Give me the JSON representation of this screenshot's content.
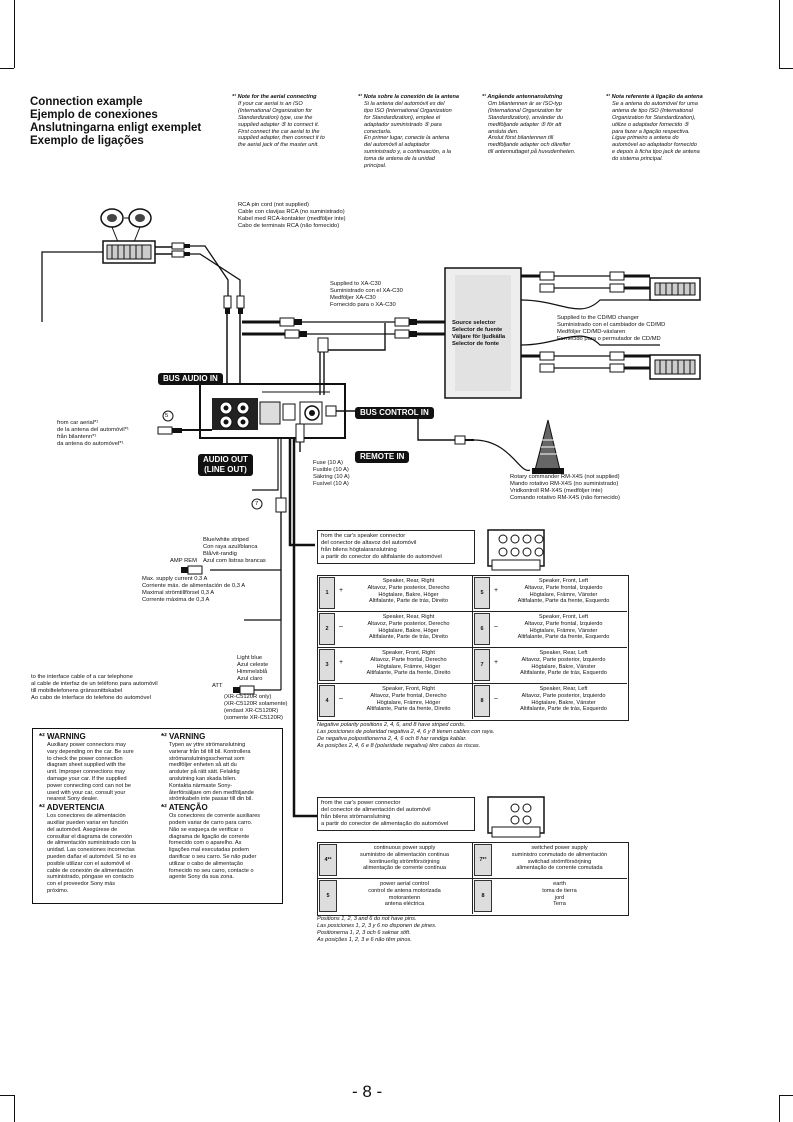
{
  "heading": [
    "Connection example",
    "Ejemplo de conexiones",
    "Anslutningarna enligt exemplet",
    "Exemplo de ligações"
  ],
  "notes": [
    {
      "title": "*¹ Note for the aerial connecting",
      "body": [
        "If your car aerial is an ISO",
        "(International Organization for",
        "Standardization) type, use the",
        "supplied adapter ⑤ to connect it.",
        "First connect the car aerial to the",
        "supplied adapter, then connect it to",
        "the aerial jack of the master unit."
      ]
    },
    {
      "title": "*¹ Nota sobre la conexión de la antena",
      "body": [
        "Si la antena del automóvil es del",
        "tipo ISO (International Organization",
        "for Standardization), emplee el",
        "adaptador suministrado ⑤ para",
        "conectarla.",
        "En primer lugar, conecte la antena",
        "del automóvil al adaptador",
        "suministrado y, a continuación, a la",
        "toma de antena de la unidad",
        "principal."
      ]
    },
    {
      "title": "*¹ Angående antennanslutning",
      "body": [
        "Om bilantennen är av ISO-typ",
        "(International Organization for",
        "Standardization), använder du",
        "medföljande adapter ⑤ för att",
        "ansluta den.",
        "Anslut först bilantennen till",
        "medföljande adapter och därefter",
        "till antennuttaget på huvudenheten."
      ]
    },
    {
      "title": "*¹ Nota referente à ligação da antena",
      "body": [
        "Se a antena do automóvel for uma",
        "antena de tipo ISO (International",
        "Organization for Standardization),",
        "utilize o adaptador fornecido ⑤",
        "para fazer a ligação respectiva.",
        "Ligue primeiro a antena do",
        "automóvel ao adaptador fornecido",
        "e depois à ficha tipo jack de antena",
        "do sistema principal."
      ]
    }
  ],
  "labels": {
    "rca": [
      "RCA pin cord (not supplied)",
      "Cable con clavijas RCA (no suministrado)",
      "Kabel med RCA-kontakter (medföljer inte)",
      "Cabo de terminais RCA (não fornecido)"
    ],
    "xa_c30": [
      "Supplied to XA-C30",
      "Suministrado con el XA-C30",
      "Medföljer XA-C30",
      "Fornecido para o XA-C30"
    ],
    "source_selector": [
      "Source selector",
      "Selector de fuente",
      "Väljare för ljudkälla",
      "Selector de fonte"
    ],
    "cd_changer": [
      "Supplied to  the CD/MD changer",
      "Suministrado con el cambiador de CD/MD",
      "Medföljer CD/MD-växlaren",
      "Fornecido para o permutador de CD/MD"
    ],
    "bus_audio_in": "BUS AUDIO IN",
    "bus_control_in": "BUS CONTROL IN",
    "remote_in": "REMOTE IN",
    "audio_out": [
      "AUDIO OUT",
      "(LINE OUT)"
    ],
    "aerial": [
      "from car aerial*¹",
      "de la antena del automóvil*¹",
      "från bilantenn*¹",
      "da antena do automóvel*¹"
    ],
    "fuse": [
      "Fuse (10 A)",
      "Fusible (10 A)",
      "Säkring (10 A)",
      "Fusível (10 A)"
    ],
    "rotary": [
      "Rotary commander RM-X4S (not supplied)",
      "Mando rotativo RM-X4S (no suministrado)",
      "Vridkontroll RM-X4S (medföljer inte)",
      "Comando rotativo RM-X4S (não fornecido)"
    ],
    "amp_rem": "AMP REM",
    "blue_white": [
      "Blue/white striped",
      "Con raya azul/blanca",
      "Blå/vit-randig",
      "Azul com listras brancas"
    ],
    "max_current": [
      "Max. supply current 0.3 A",
      "Corriente máx. de alimentación de 0,3 A",
      "Maximal strömtillförsel 0,3 A",
      "Corrente máxima de 0,3 A"
    ],
    "light_blue": [
      "Light blue",
      "Azul celeste",
      "Himmelsblå",
      "Azul claro"
    ],
    "att": "ATT",
    "telephone": [
      "to the interface cable of a car telephone",
      "al cable de interfaz de un teléfono para automóvil",
      "till mobiltelefonens gränssnittskabel",
      "Ao cabo de interface do telefone do automóvel"
    ],
    "xr_only": [
      "(XR-C5120R only)",
      "(XR-C5120R solamente)",
      "(endast XR-C5120R)",
      "(somente XR-C5120R)"
    ],
    "speaker_conn": [
      "from the car's speaker connector",
      "del conector de altavoz del automóvil",
      "från bilens högtalaranslutning",
      "a partir do conector do altifalante do automóvel"
    ],
    "power_conn": [
      "from the car's power connector",
      "del conector de alimentación del automóvil",
      "från bilens strömanslutning",
      "a partir do conector de alimentação do automóvel"
    ],
    "item5": "5",
    "item7": "7"
  },
  "speaker_rows": [
    {
      "l_pin": "1",
      "l_sign": "+",
      "l_text": [
        "Speaker, Rear, Right",
        "Altavoz, Parte posterior, Derecho",
        "Högtalare, Bakre, Höger",
        "Altifalante, Parte de trás, Direito"
      ],
      "r_pin": "5",
      "r_sign": "+",
      "r_text": [
        "Speaker, Front, Left",
        "Altavoz, Parte frontal, Izquierdo",
        "Högtalare, Främre, Vänster",
        "Altifalante, Parte da frente, Esquerdo"
      ]
    },
    {
      "l_pin": "2",
      "l_sign": "–",
      "l_text": [
        "Speaker, Rear, Right",
        "Altavoz, Parte posterior, Derecho",
        "Högtalare, Bakre, Höger",
        "Altifalante, Parte de trás, Direito"
      ],
      "r_pin": "6",
      "r_sign": "–",
      "r_text": [
        "Speaker, Front, Left",
        "Altavoz, Parte frontal, Izquierdo",
        "Högtalare, Främre, Vänster",
        "Altifalante, Parte da frente, Esquerdo"
      ]
    },
    {
      "l_pin": "3",
      "l_sign": "+",
      "l_text": [
        "Speaker, Front, Right",
        "Altavoz, Parte frontal, Derecho",
        "Högtalare, Främre, Höger",
        "Altifalante, Parte da frente, Direito"
      ],
      "r_pin": "7",
      "r_sign": "+",
      "r_text": [
        "Speaker, Rear, Left",
        "Altavoz, Parte posterior, Izquierdo",
        "Högtalare, Bakre, Vänster",
        "Altifalante, Parte de trás, Esquerdo"
      ]
    },
    {
      "l_pin": "4",
      "l_sign": "–",
      "l_text": [
        "Speaker, Front, Right",
        "Altavoz, Parte frontal, Derecho",
        "Högtalare, Främre, Höger",
        "Altifalante, Parte da frente, Direito"
      ],
      "r_pin": "8",
      "r_sign": "–",
      "r_text": [
        "Speaker, Rear, Left",
        "Altavoz, Parte posterior, Izquierdo",
        "Högtalare, Bakre, Vänster",
        "Altifalante, Parte de trás, Esquerdo"
      ]
    }
  ],
  "speaker_note": [
    "Negative polarity positions 2, 4, 6, and 8 have striped cords.",
    "Las posiciones de polaridad negativa 2, 4, 6 y 8 tienen cables con raya.",
    "De negativa polpositionerna 2, 4, 6 och 8 har randiga kablar.",
    "As posições 2, 4, 6 e 8 (polaridade negativa) têm cabos às riscas."
  ],
  "power_rows": [
    {
      "l_pin": "4*²",
      "l_text": [
        "continuous power supply",
        "suministro de alimentación continua",
        "kontinuerlig strömförsörjning",
        "alimentação de corrente contínua"
      ],
      "r_pin": "7*³",
      "r_text": [
        "switched power supply",
        "suministro conmutado de alimentación",
        "switchad strömförsörjning",
        "alimentação de corrente comutada"
      ]
    },
    {
      "l_pin": "5",
      "l_text": [
        "power aerial control",
        "control de antena motorizada",
        "motorantenn",
        "antena eléctrica"
      ],
      "r_pin": "8",
      "r_text": [
        "earth",
        "toma de tierra",
        "jord",
        "Terra"
      ]
    }
  ],
  "power_note": [
    "Positions 1, 2, 3 and 6 do not have pins.",
    "Las posiciones 1, 2, 3 y 6 no disponen de pines.",
    "Positionerna 1, 2, 3 och 6 saknar stift.",
    "As posições 1, 2, 3 e 6 não têm pinos."
  ],
  "warnings": {
    "left": [
      {
        "title": "*² WARNING",
        "body": [
          "Auxiliary power connectors may",
          "vary depending on the car. Be sure",
          "to check the power connection",
          "diagram sheet supplied with the",
          "unit. Improper connections may",
          "damage your car. If the supplied",
          "power connecting cord can not be",
          "used with your car, consult your",
          "nearest Sony dealer."
        ]
      },
      {
        "title": "*² ADVERTENCIA",
        "body": [
          "Los conectores de alimentación",
          "auxiliar pueden variar en función",
          "del automóvil. Asegúrese de",
          "consultar el diagrama de conexión",
          "de alimentación suministrado con la",
          "unidad. Las conexiones incorrectas",
          "pueden dañar el automóvil. Si no es",
          "posible utilizar con el automóvil el",
          "cable de conexión de alimentación",
          "suministrado, póngase en contacto",
          "con el proveedor Sony más",
          "próximo."
        ]
      }
    ],
    "right": [
      {
        "title": "*² VARNING",
        "body": [
          "Typen av yttre strömanslutning",
          "varierar från bil till bil. Kontrollera",
          "strömanslutningsschemat som",
          "medföljer enheten så att du",
          "ansluter på rätt sätt. Felaktig",
          "anslutning kan skada bilen.",
          "Kontakta närmaste Sony-",
          "återförsäljare om den medföljande",
          "strömkabeln inte passar till din bil."
        ]
      },
      {
        "title": "*² ATENÇÃO",
        "body": [
          "Os conectores de corrente auxiliares",
          "podem variar de carro para carro.",
          "Não se esqueça de verificar o",
          "diagrama de ligação de corrente",
          "fornecido com o aparelho. As",
          "ligações mal executadas podem",
          "danificar o seu carro. Se não puder",
          "utilizar o cabo de alimentação",
          "fornecido no seu carro, contacte o",
          "agente Sony da sua zona."
        ]
      }
    ]
  },
  "page_number": "- 8 -"
}
